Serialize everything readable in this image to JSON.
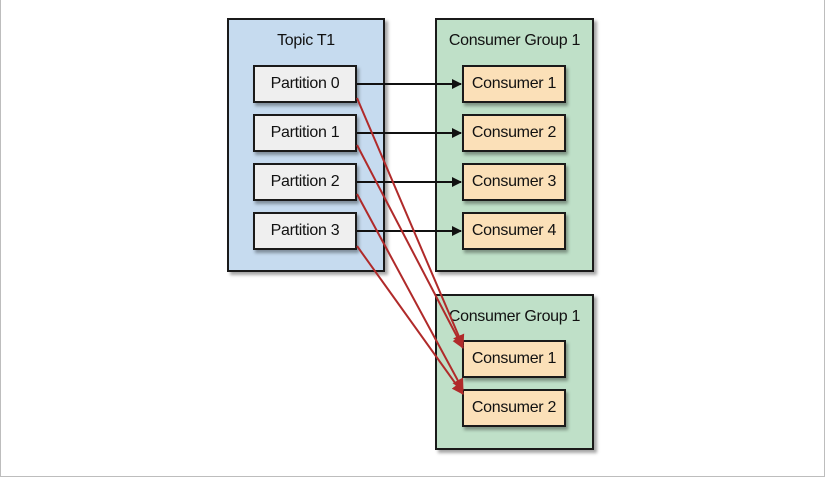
{
  "colors": {
    "topic_fill": "#c6dbef",
    "group_fill": "#bfe0c8",
    "partition_fill": "#efefef",
    "consumer_fill": "#fbe0b8",
    "arrow_black": "#111111",
    "arrow_red": "#b02a2a"
  },
  "topic": {
    "title": "Topic T1",
    "partitions": [
      "Partition 0",
      "Partition 1",
      "Partition 2",
      "Partition 3"
    ]
  },
  "group_a": {
    "title": "Consumer Group 1",
    "consumers": [
      "Consumer 1",
      "Consumer 2",
      "Consumer 3",
      "Consumer 4"
    ]
  },
  "group_b": {
    "title": "Consumer Group 1",
    "consumers": [
      "Consumer 1",
      "Consumer 2"
    ]
  }
}
